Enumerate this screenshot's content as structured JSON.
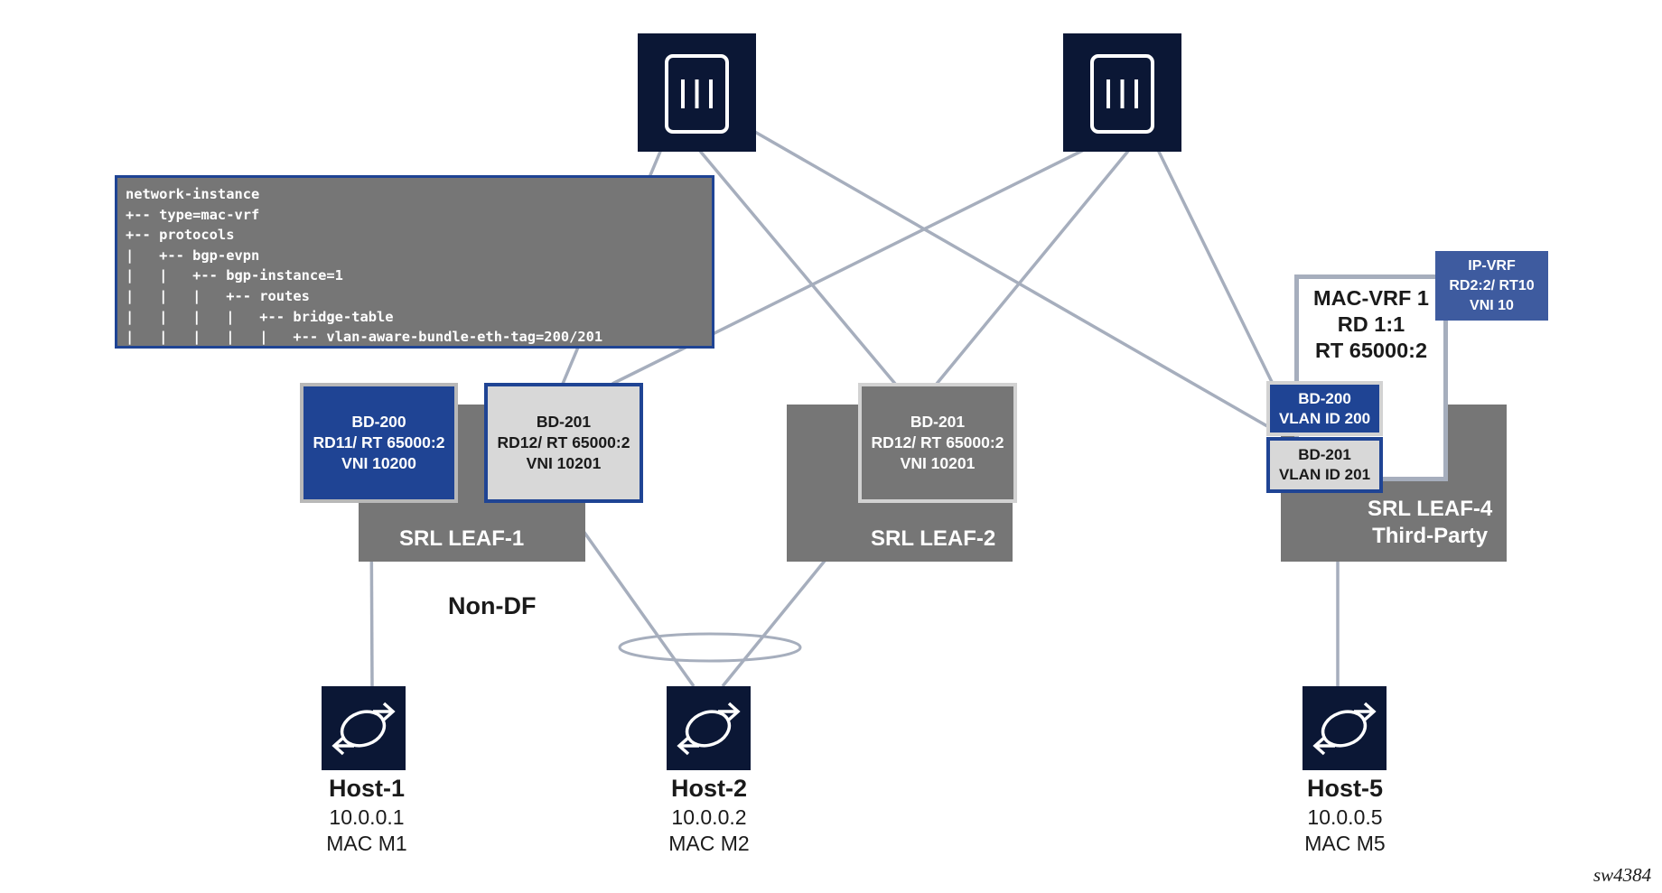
{
  "config_tree": {
    "lines": [
      "network-instance",
      "+-- type=mac-vrf",
      "+-- protocols",
      "|   +-- bgp-evpn",
      "|   |   +-- bgp-instance=1",
      "|   |   |   +-- routes",
      "|   |   |   |   +-- bridge-table",
      "|   |   |   |   |   +-- vlan-aware-bundle-eth-tag=200/201"
    ]
  },
  "leaves": {
    "leaf1": {
      "label": "SRL LEAF-1",
      "bd200": {
        "name": "BD-200",
        "rd_rt": "RD11/ RT 65000:2",
        "vni": "VNI 10200"
      },
      "bd201": {
        "name": "BD-201",
        "rd_rt": "RD12/ RT 65000:2",
        "vni": "VNI 10201"
      }
    },
    "leaf2": {
      "label": "SRL LEAF-2",
      "bd201": {
        "name": "BD-201",
        "rd_rt": "RD12/ RT 65000:2",
        "vni": "VNI 10201"
      }
    },
    "leaf4": {
      "label_line1": "SRL LEAF-4",
      "label_line2": "Third-Party",
      "bd200": {
        "name": "BD-200",
        "vlan": "VLAN ID 200"
      },
      "bd201": {
        "name": "BD-201",
        "vlan": "VLAN ID 201"
      },
      "mac_vrf": {
        "line1": "MAC-VRF 1",
        "line2": "RD 1:1",
        "line3": "RT 65000:2"
      },
      "ip_vrf": {
        "line1": "IP-VRF",
        "line2": "RD2:2/ RT10",
        "line3": "VNI 10"
      }
    }
  },
  "non_df_label": "Non-DF",
  "hosts": [
    {
      "name": "Host-1",
      "ip": "10.0.0.1",
      "mac": "MAC M1"
    },
    {
      "name": "Host-2",
      "ip": "10.0.0.2",
      "mac": "MAC M2"
    },
    {
      "name": "Host-5",
      "ip": "10.0.0.5",
      "mac": "MAC M5"
    }
  ],
  "figure_id": "sw4384",
  "colors": {
    "navy": "#0b1735",
    "blue": "#1f4494",
    "gray": "#767676",
    "light_gray": "#d8d8d8",
    "link": "#a6aebd",
    "ip_vrf": "#3e5b9f"
  },
  "icons": {
    "spine": "switch-slots-icon",
    "host": "host-arrows-icon"
  }
}
